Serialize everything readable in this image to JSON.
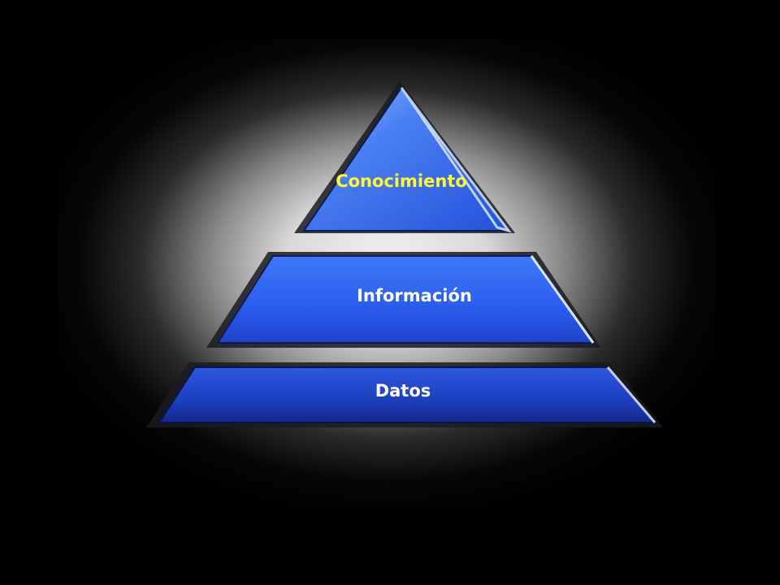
{
  "pyramid": {
    "tiers": [
      {
        "label": "Conocimiento",
        "label_color": "#FFFF33"
      },
      {
        "label": "Información",
        "label_color": "#FFFFFF"
      },
      {
        "label": "Datos",
        "label_color": "#FFFFFF"
      }
    ]
  },
  "colors": {
    "background": "#000000",
    "glow": "#E8E8E8",
    "tier_top": "#3E6FF0",
    "tier_middle": "#2E5EEA",
    "tier_bottom": "#1E3FC0"
  }
}
